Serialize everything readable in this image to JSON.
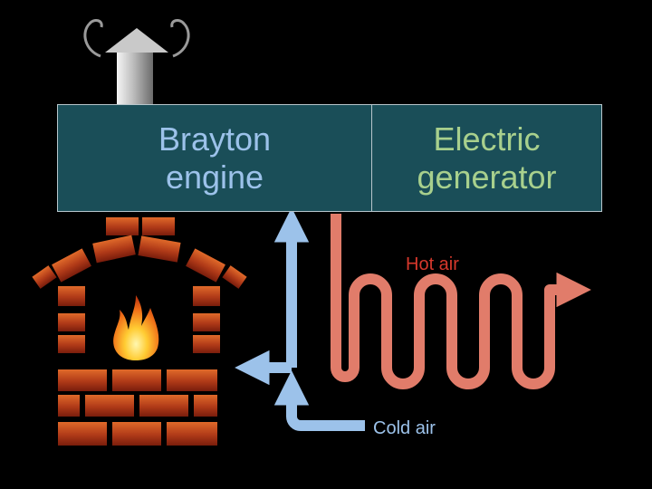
{
  "boxes": {
    "brayton": {
      "line1": "Brayton",
      "line2": "engine"
    },
    "generator": {
      "line1": "Electric",
      "line2": "generator"
    }
  },
  "labels": {
    "hot_air": "Hot air",
    "cold_air": "Cold air"
  },
  "colors": {
    "background": "#000000",
    "box_fill": "#1a4e58",
    "brayton_text": "#9cc2ea",
    "generator_text": "#a8d08d",
    "hot_air": "#e17c6a",
    "cold_air": "#9cc2ea",
    "hot_label": "#d6382c",
    "brick": "#b9461c"
  },
  "icons": [
    "chimney-icon",
    "fireplace-icon",
    "flame-icon"
  ]
}
